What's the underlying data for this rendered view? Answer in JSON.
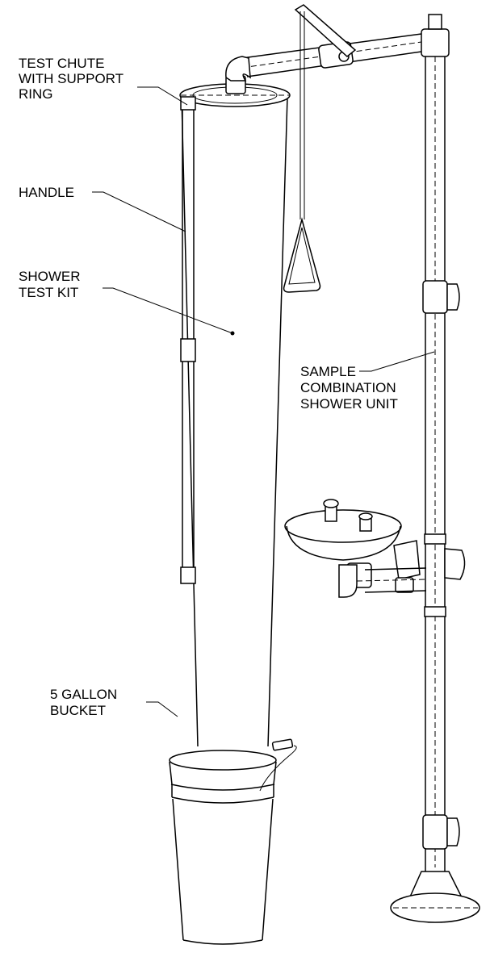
{
  "labels": {
    "test_chute": [
      "TEST CHUTE",
      "WITH SUPPORT",
      "RING"
    ],
    "handle": [
      "HANDLE"
    ],
    "shower_test_kit": [
      "SHOWER",
      "TEST KIT"
    ],
    "sample_unit": [
      "SAMPLE",
      "COMBINATION",
      "SHOWER UNIT"
    ],
    "bucket": [
      "5 GALLON",
      "BUCKET"
    ]
  },
  "colors": {
    "line": "#000000",
    "background": "#ffffff"
  }
}
